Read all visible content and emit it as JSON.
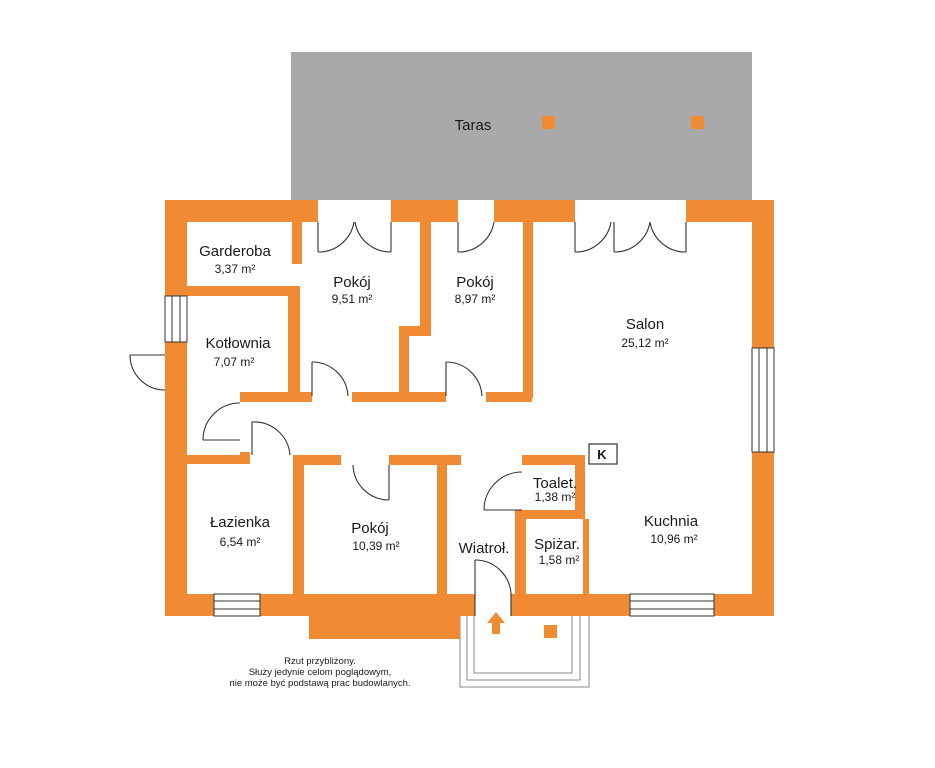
{
  "colors": {
    "wall": "#f08a33",
    "terrace": "#a9a9ab",
    "terrace_marker": "#f08a33",
    "text": "#1a1a1a"
  },
  "terrace": {
    "label": "Taras"
  },
  "rooms": {
    "garderoba": {
      "name": "Garderoba",
      "area": "3,37 m²"
    },
    "pokoj_1": {
      "name": "Pokój",
      "area": "9,51 m²"
    },
    "pokoj_2": {
      "name": "Pokój",
      "area": "8,97 m²"
    },
    "salon": {
      "name": "Salon",
      "area": "25,12 m²"
    },
    "kotlownia": {
      "name": "Kotłownia",
      "area": "7,07 m²"
    },
    "toaleta": {
      "name": "Toalet.",
      "area": "1,38 m²"
    },
    "lazienka": {
      "name": "Łazienka",
      "area": "6,54 m²"
    },
    "pokoj_3": {
      "name": "Pokój",
      "area": "10,39 m²"
    },
    "wiatrolap": {
      "name": "Wiatroł."
    },
    "spizarnia": {
      "name": "Spiżar.",
      "area": "1,58 m²"
    },
    "kuchnia": {
      "name": "Kuchnia",
      "area": "10,96 m²"
    }
  },
  "kitchen_marker": {
    "label": "K"
  },
  "entrance": {
    "icon": "up-arrow-icon"
  },
  "disclaimer": {
    "line1": "Rzut przybliżony.",
    "line2": "Służy jedynie celom poglądowym,",
    "line3": "nie może być podstawą prac budowlanych."
  }
}
